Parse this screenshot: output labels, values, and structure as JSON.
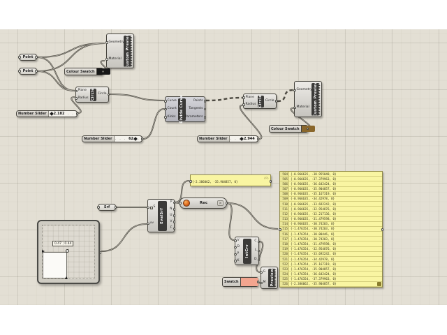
{
  "components": {
    "point_1": {
      "label": "Point"
    },
    "point_2": {
      "label": "Point"
    },
    "custom_preview_1": {
      "name": "Custom Preview",
      "inputs": [
        "Geometry",
        "Material"
      ]
    },
    "colour_swatch_1": {
      "label": "Colour Swatch",
      "color": "#181818"
    },
    "circle_1": {
      "name": "Circle",
      "inputs": [
        "Plane",
        "Radius"
      ],
      "output": "Circle"
    },
    "number_slider_1": {
      "label": "Number Slider",
      "value": "2.182"
    },
    "divide_curve": {
      "name": "Divide Curve",
      "inputs": [
        "Curve",
        "Count",
        "Kinks"
      ],
      "outputs": [
        "Points",
        "Tangents",
        "Parameters"
      ]
    },
    "number_slider_2": {
      "label": "Number Slider",
      "value": "62"
    },
    "circle_2": {
      "name": "Circle",
      "inputs": [
        "Plane",
        "Radius"
      ],
      "output": "Circle"
    },
    "number_slider_3": {
      "label": "Number Slider",
      "value": "2.944"
    },
    "custom_preview_2": {
      "name": "Custom Preview",
      "inputs": [
        "Geometry",
        "Material"
      ]
    },
    "colour_swatch_2": {
      "label": "Colour Swatch",
      "color": "#8a672c"
    },
    "srf": {
      "label": "Srf"
    },
    "md_slider": {
      "value_label": "0.47 ; 0.44"
    },
    "eval_srf": {
      "name": "EvalSrf",
      "inputs": [
        "S",
        "uv"
      ],
      "outputs": [
        "P",
        "N",
        "U",
        "V",
        "F"
      ]
    },
    "point_panel": {
      "corner": "{0}",
      "line": "{-2.386062, -35.904857, 0}"
    },
    "recorder": {
      "label": "Rec"
    },
    "int_crv": {
      "name": "IntCrv",
      "inputs": [
        "V",
        "D",
        "P",
        "K"
      ],
      "outputs": [
        "C",
        "L",
        "D"
      ]
    },
    "preview": {
      "name": "Preview",
      "inputs": [
        "G",
        "M"
      ]
    },
    "swatch": {
      "label": "Swatch",
      "color": "#f2a58f"
    },
    "big_panel": {
      "rows": [
        {
          "i": "504",
          "v": "{-0.966635, -38.955048, 0}"
        },
        {
          "i": "505",
          "v": "{-0.966635, -37.379963, 0}"
        },
        {
          "i": "506",
          "v": "{-0.966635, -36.642424, 0}"
        },
        {
          "i": "507",
          "v": "{-0.966635, -35.904857, 0}"
        },
        {
          "i": "508",
          "v": "{-0.966635, -35.167319, 0}"
        },
        {
          "i": "509",
          "v": "{-0.966635, -34.42978, 0}"
        },
        {
          "i": "510",
          "v": "{-0.966635, -33.692242, 0}"
        },
        {
          "i": "511",
          "v": "{-0.966635, -32.954876, 0}"
        },
        {
          "i": "512",
          "v": "{-0.966635, -32.217136, 0}"
        },
        {
          "i": "513",
          "v": "{-0.966635, -31.479598, 0}"
        },
        {
          "i": "514",
          "v": "{-0.966635, -30.74203, 0}"
        },
        {
          "i": "515",
          "v": "{-1.476354, -30.74203, 0}"
        },
        {
          "i": "516",
          "v": "{-1.476354, -30.00446, 0}"
        },
        {
          "i": "517",
          "v": "{-1.476354, -30.74203, 0}"
        },
        {
          "i": "518",
          "v": "{-1.476354, -31.479598, 0}"
        },
        {
          "i": "519",
          "v": "{-1.476354, -32.954876, 0}"
        },
        {
          "i": "520",
          "v": "{-1.476354, -33.692242, 0}"
        },
        {
          "i": "521",
          "v": "{-1.476354, -34.42978, 0}"
        },
        {
          "i": "522",
          "v": "{-1.476354, -35.167319, 0}"
        },
        {
          "i": "523",
          "v": "{-1.476354, -35.904857, 0}"
        },
        {
          "i": "524",
          "v": "{-1.476354, -36.642424, 0}"
        },
        {
          "i": "525",
          "v": "{-1.476354, -37.379963, 0}"
        },
        {
          "i": "526",
          "v": "{-2.386062, -35.904857, 0}"
        }
      ]
    }
  }
}
